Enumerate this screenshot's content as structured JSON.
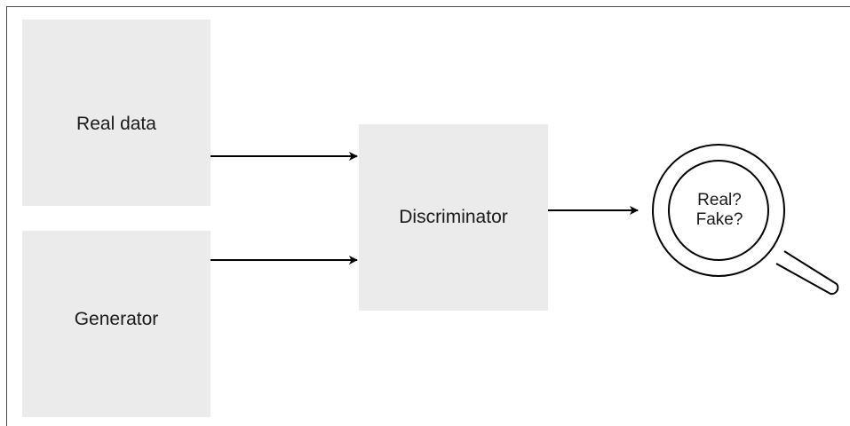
{
  "diagram": {
    "nodes": {
      "real_data": "Real data",
      "generator": "Generator",
      "discriminator": "Discriminator"
    },
    "output": {
      "line1": "Real?",
      "line2": "Fake?",
      "icon": "magnifying-glass-icon"
    },
    "edges": [
      {
        "from": "Real data",
        "to": "Discriminator"
      },
      {
        "from": "Generator",
        "to": "Discriminator"
      },
      {
        "from": "Discriminator",
        "to": "Real? Fake?"
      }
    ],
    "colors": {
      "box_fill": "#ebebeb",
      "stroke": "#000000",
      "text": "#1a1a1a"
    }
  }
}
